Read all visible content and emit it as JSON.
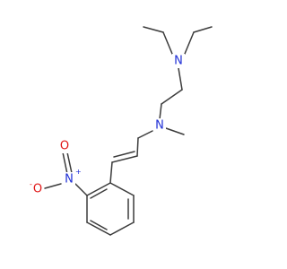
{
  "atoms": {
    "n_diethyl": {
      "text": "N",
      "color": "#1f2fd6"
    },
    "n_methyl": {
      "text": "N",
      "color": "#1f2fd6"
    },
    "n_nitro": {
      "text": "N",
      "charge": "+",
      "color": "#1f2fd6"
    },
    "o_double": {
      "text": "O",
      "color": "#e01616"
    },
    "o_single": {
      "text": "O",
      "charge": "-",
      "color": "#e01616"
    }
  },
  "colors": {
    "bond": "#3b3b3b"
  }
}
